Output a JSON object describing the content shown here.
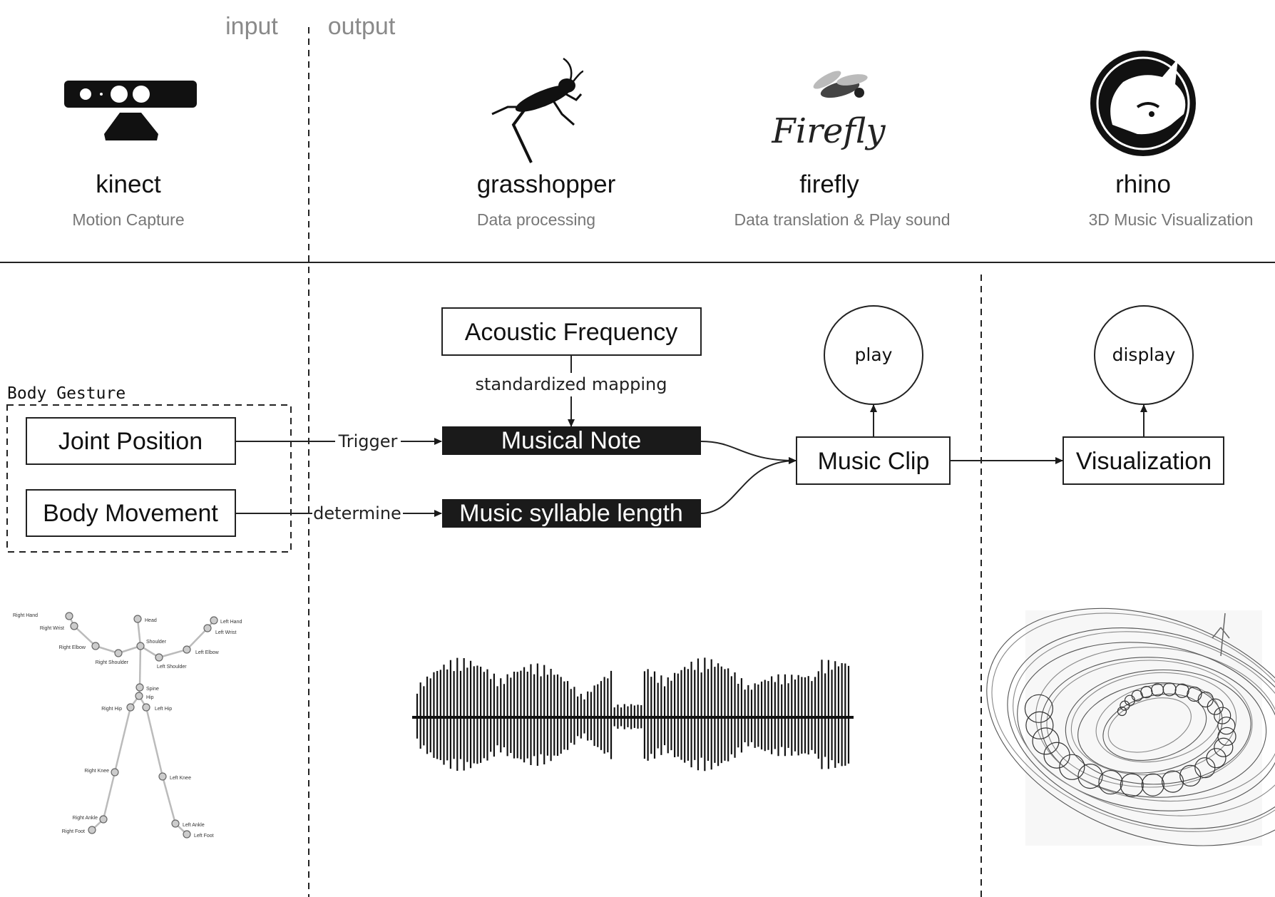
{
  "header": {
    "input_label": "input",
    "output_label": "output"
  },
  "tools": [
    {
      "name": "kinect",
      "subtitle": "Motion Capture",
      "icon": "kinect-sensor-icon"
    },
    {
      "name": "grasshopper",
      "subtitle": "Data processing",
      "icon": "grasshopper-icon"
    },
    {
      "name": "firefly",
      "subtitle": "Data translation & Play sound",
      "icon": "firefly-logo-icon"
    },
    {
      "name": "rhino",
      "subtitle": "3D Music Visualization",
      "icon": "rhino-logo-icon"
    }
  ],
  "flow": {
    "group_label": "Body Gesture",
    "joint_position": "Joint Position",
    "body_movement": "Body Movement",
    "trigger_label": "Trigger",
    "determine_label": "determine",
    "acoustic_frequency": "Acoustic Frequency",
    "mapping_label": "standardized mapping",
    "musical_note": "Musical Note",
    "syllable_length": "Music syllable length",
    "music_clip": "Music Clip",
    "visualization": "Visualization",
    "play": "play",
    "display": "display"
  },
  "skeleton_joints": [
    "Right Hand",
    "Right Wrist",
    "Head",
    "Left Hand",
    "Left Wrist",
    "Shoulder",
    "Right Elbow",
    "Left Elbow",
    "Right Shoulder",
    "Left Shoulder",
    "Spine",
    "Hip",
    "Right Hip",
    "Left Hip",
    "Right Knee",
    "Left Knee",
    "Right Ankle",
    "Left Ankle",
    "Right Foot",
    "Left Foot"
  ],
  "colors": {
    "line": "#1a1a1a",
    "subtitle_gray": "#777777",
    "header_gray": "#8a8a8a",
    "dark_box": "#1a1a1a"
  }
}
